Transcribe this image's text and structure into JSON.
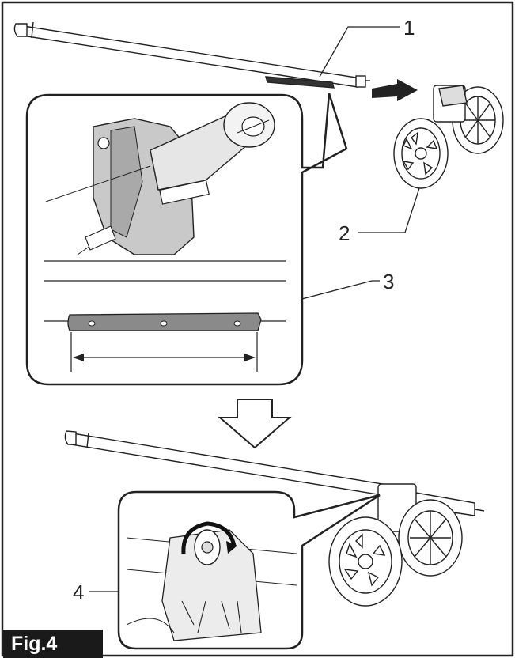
{
  "figure": {
    "label": "Fig.4",
    "callouts": [
      {
        "id": "callout-1",
        "text": "1"
      },
      {
        "id": "callout-2",
        "text": "2"
      },
      {
        "id": "callout-3",
        "text": "3"
      },
      {
        "id": "callout-4",
        "text": "4"
      }
    ]
  },
  "colors": {
    "line": "#222222",
    "detail_fill": "#d9d9d9",
    "shadow_fill": "#b8b8b8",
    "label_bg": "#1a1a1a",
    "label_text": "#ffffff"
  }
}
